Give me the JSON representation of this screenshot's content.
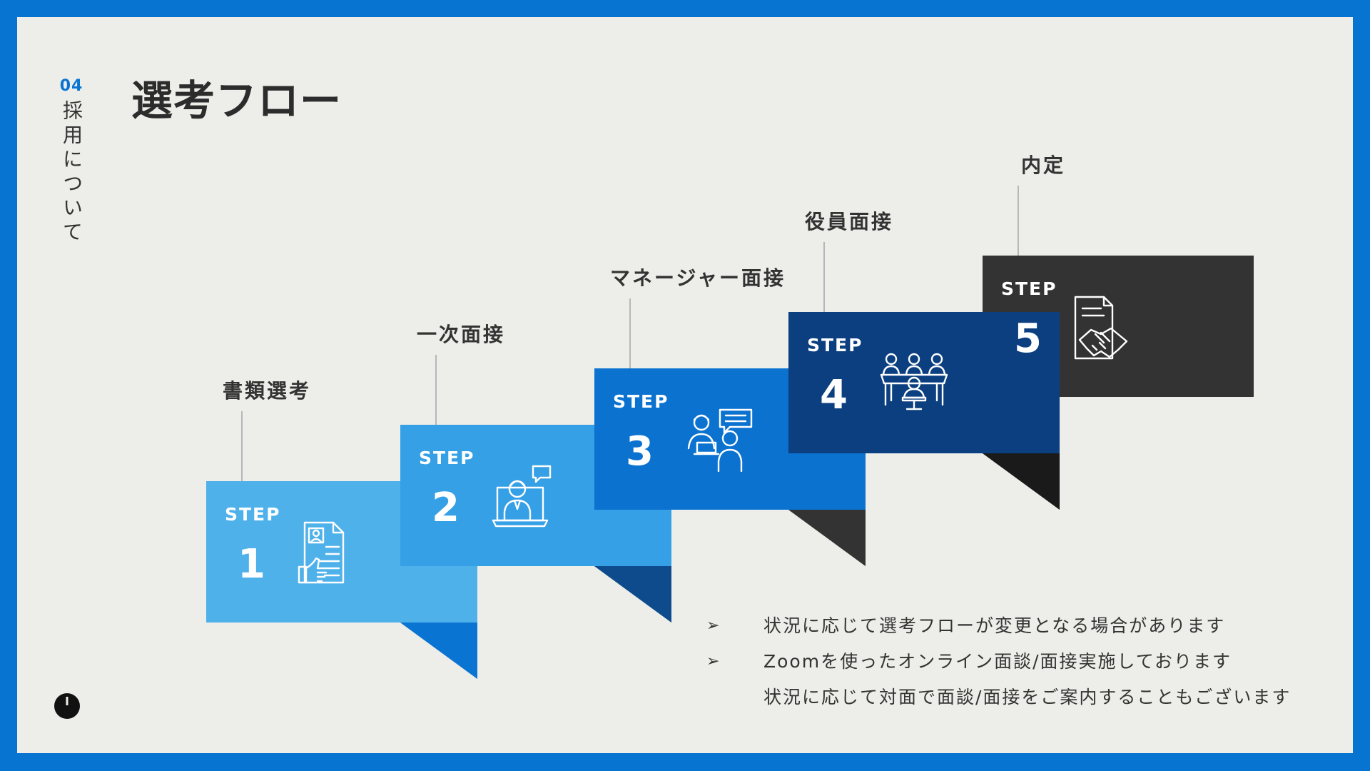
{
  "section": {
    "number": "04",
    "label": "採用について"
  },
  "title": "選考フロー",
  "step_word": "STEP",
  "steps": [
    {
      "number": "1",
      "label": "書類選考",
      "icon": "resume-document-icon",
      "color": "#4eb1ea",
      "shade": "#0a74d2"
    },
    {
      "number": "2",
      "label": "一次面接",
      "icon": "online-interview-icon",
      "color": "#35a0e6",
      "shade": "#0d4b8c"
    },
    {
      "number": "3",
      "label": "マネージャー面接",
      "icon": "manager-interview-icon",
      "color": "#0b72d0",
      "shade": "#333333"
    },
    {
      "number": "4",
      "label": "役員面接",
      "icon": "executive-panel-icon",
      "color": "#0b3f7f",
      "shade": "#1a1a1a"
    },
    {
      "number": "5",
      "label": "内定",
      "icon": "handshake-contract-icon",
      "color": "#333333",
      "shade": null
    }
  ],
  "notes": [
    {
      "bullet": "➢",
      "text": "状況に応じて選考フローが変更となる場合があります"
    },
    {
      "bullet": "➢",
      "text": "Zoomを使ったオンライン面談/面接実施しております"
    },
    {
      "bullet": "",
      "text": "状況に応じて対面で面談/面接をご案内することもございます"
    }
  ],
  "colors": {
    "frame": "#0874d2",
    "background": "#edede9",
    "text": "#2c2c2c"
  },
  "logo": {
    "icon": "brand-logo-icon"
  }
}
